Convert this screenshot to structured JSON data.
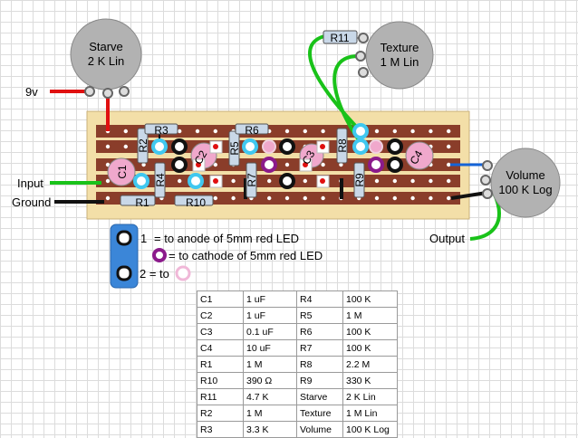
{
  "pots": {
    "starve": {
      "name": "Starve",
      "value": "2 K Lin"
    },
    "texture": {
      "name": "Texture",
      "value": "1 M Lin"
    },
    "volume": {
      "name": "Volume",
      "value": "100 K Log"
    }
  },
  "io_labels": {
    "supply": "9v",
    "input": "Input",
    "ground": "Ground",
    "output": "Output"
  },
  "component_labels": {
    "r1": "R1",
    "r2": "R2",
    "r3": "R3",
    "r4": "R4",
    "r5": "R5",
    "r6": "R6",
    "r7": "R7",
    "r8": "R8",
    "r9": "R9",
    "r10": "R10",
    "r11": "R11",
    "c1": "C1",
    "c2": "C2",
    "c3": "C3",
    "c4": "C4"
  },
  "legend": {
    "item1_number": "1",
    "item1_text": "= to anode of 5mm red LED",
    "item_cathode_text": "= to cathode of 5mm red LED",
    "item2_text": "2 = to"
  },
  "parts_table": [
    [
      "C1",
      "1 uF",
      "R4",
      "100 K"
    ],
    [
      "C2",
      "1 uF",
      "R5",
      "1 M"
    ],
    [
      "C3",
      "0.1 uF",
      "R6",
      "100 K"
    ],
    [
      "C4",
      "10 uF",
      "R7",
      "100 K"
    ],
    [
      "R1",
      "1 M",
      "R8",
      "2.2 M"
    ],
    [
      "R10",
      "390 Ω",
      "R9",
      "330 K"
    ],
    [
      "R11",
      "4.7 K",
      "Starve",
      "2 K Lin"
    ],
    [
      "R2",
      "1 M",
      "Texture",
      "1 M Lin"
    ],
    [
      "R3",
      "3.3 K",
      "Volume",
      "100 K Log"
    ]
  ],
  "colors": {
    "board": "#f3dfa8",
    "strip": "#8a3d2a",
    "wire_red": "#e01010",
    "wire_green": "#19c219",
    "wire_black": "#111111",
    "wire_blue": "#1464d8",
    "pot": "#b2b2b2",
    "diode_pink": "#f0a8cc",
    "led_cathode": "#8b1a8b",
    "led_anode": "#0a3e7a",
    "jack_blue": "#3b86d8",
    "cyan_pad": "#40c8f0"
  }
}
